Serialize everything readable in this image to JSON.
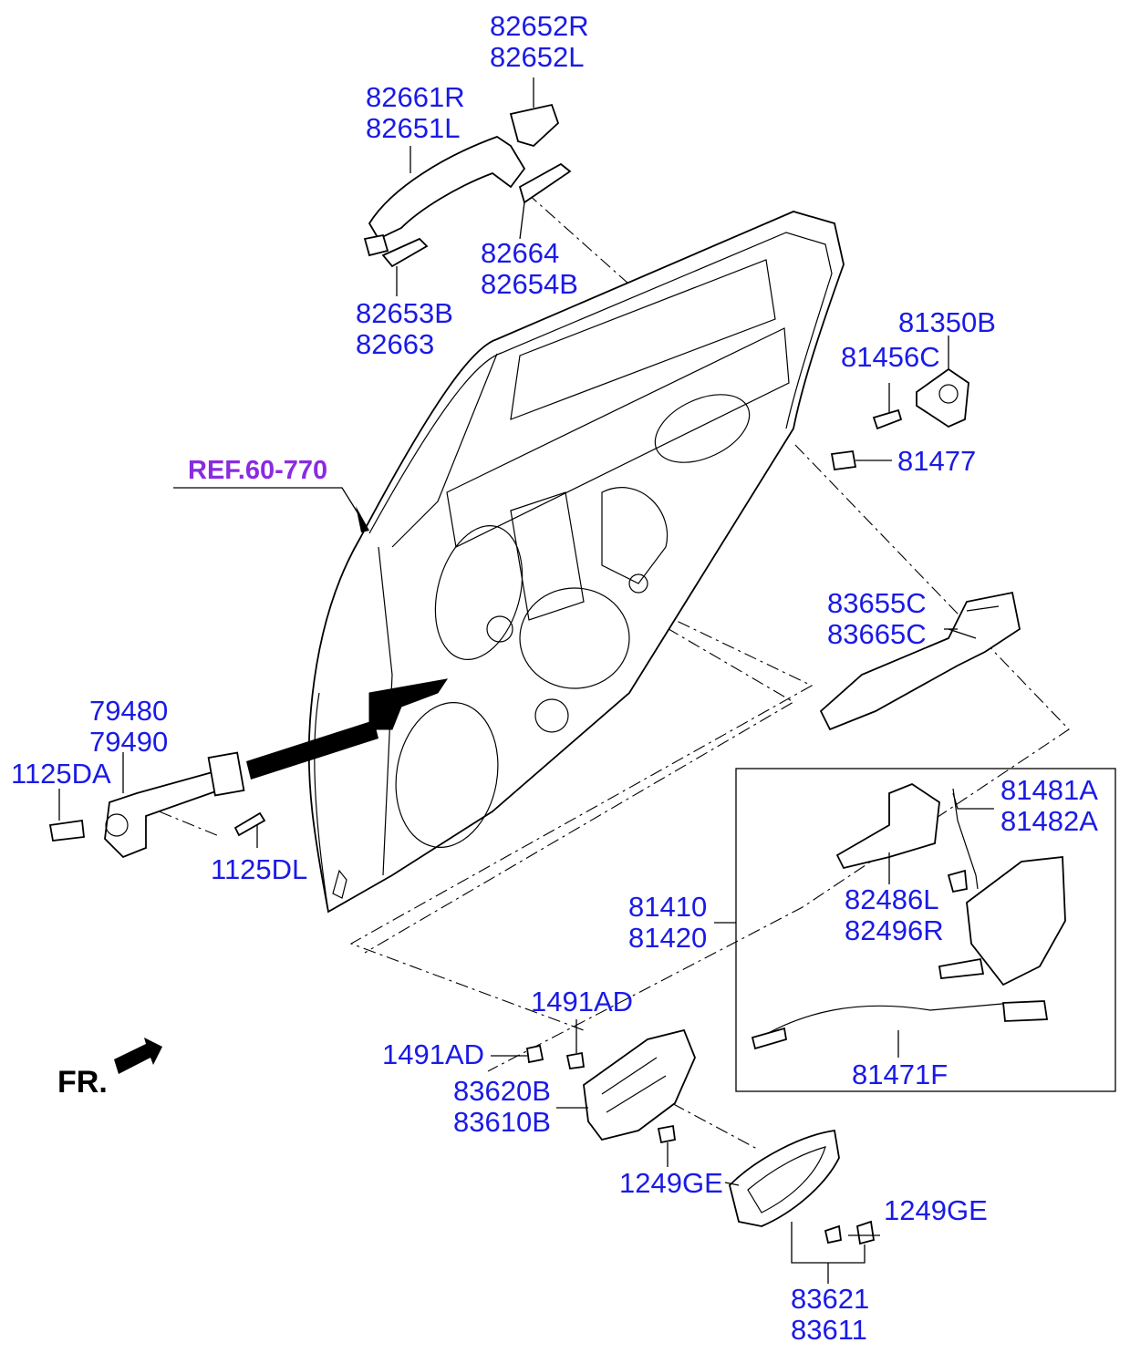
{
  "diagram": {
    "colors": {
      "label": "#1a1ae6",
      "reference": "#8a2be2",
      "lines": "#000000"
    },
    "reference_label": "REF.60-770",
    "direction_label": "FR.",
    "labels": [
      {
        "id": "handle-cover",
        "lines": [
          "82652R",
          "82652L"
        ]
      },
      {
        "id": "outside-handle",
        "lines": [
          "82661R",
          "82651L"
        ]
      },
      {
        "id": "handle-gasket-rear",
        "lines": [
          "82664",
          "82654B"
        ]
      },
      {
        "id": "handle-gasket-front",
        "lines": [
          "82653B",
          "82663"
        ]
      },
      {
        "id": "striker",
        "lines": [
          "81350B"
        ]
      },
      {
        "id": "striker-screw",
        "lines": [
          "81456C"
        ]
      },
      {
        "id": "latch-screw",
        "lines": [
          "81477"
        ]
      },
      {
        "id": "handle-frame",
        "lines": [
          "83655C",
          "83665C"
        ]
      },
      {
        "id": "door-checker",
        "lines": [
          "79480",
          "79490"
        ]
      },
      {
        "id": "checker-bolt-front",
        "lines": [
          "1125DA"
        ]
      },
      {
        "id": "checker-bolt-rear",
        "lines": [
          "1125DL"
        ]
      },
      {
        "id": "lock-rod",
        "lines": [
          "81481A",
          "81482A"
        ]
      },
      {
        "id": "latch-assy",
        "lines": [
          "81410",
          "81420"
        ]
      },
      {
        "id": "latch-cover",
        "lines": [
          "82486L",
          "82496R"
        ]
      },
      {
        "id": "cable",
        "lines": [
          "81471F"
        ]
      },
      {
        "id": "clip-upper",
        "lines": [
          "1491AD"
        ]
      },
      {
        "id": "clip-lower",
        "lines": [
          "1491AD"
        ]
      },
      {
        "id": "inside-handle",
        "lines": [
          "83620B",
          "83610B"
        ]
      },
      {
        "id": "inside-handle-screw",
        "lines": [
          "1249GE"
        ]
      },
      {
        "id": "bezel-screw",
        "lines": [
          "1249GE"
        ]
      },
      {
        "id": "inside-bezel",
        "lines": [
          "83621",
          "83611"
        ]
      }
    ]
  }
}
